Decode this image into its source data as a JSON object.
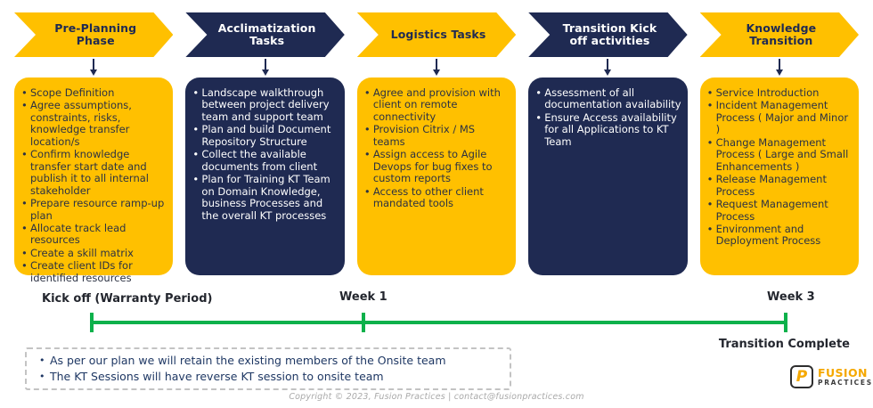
{
  "palette": {
    "yellow": "#FFC000",
    "navy": "#1F2A52",
    "green": "#0DB14B",
    "note_text": "#1F3864"
  },
  "phases": [
    {
      "title": "Pre-Planning Phase",
      "theme": "yellow",
      "bullets": [
        "Scope Definition",
        "Agree assumptions, constraints, risks, knowledge transfer location/s",
        "Confirm knowledge transfer start date and publish it to all internal stakeholder",
        "Prepare resource ramp-up plan",
        "Allocate track lead resources",
        "Create a skill matrix",
        "Create client IDs for identified resources"
      ]
    },
    {
      "title": "Acclimatization\nTasks",
      "theme": "navy",
      "bullets": [
        "Landscape walkthrough between project delivery team and support team",
        "Plan and build Document Repository Structure",
        "Collect the available documents from client",
        "Plan for Training KT Team on Domain Knowledge, business Processes and the overall KT processes"
      ]
    },
    {
      "title": "Logistics Tasks",
      "theme": "yellow",
      "bullets": [
        "Agree and provision with client on remote connectivity",
        "Provision Citrix / MS teams",
        "Assign access to Agile Devops for bug fixes to custom reports",
        "Access to other client mandated tools"
      ]
    },
    {
      "title": "Transition Kick\noff activities",
      "theme": "navy",
      "bullets": [
        "Assessment of all documentation availability",
        "Ensure Access availability for all Applications to KT Team"
      ]
    },
    {
      "title": "Knowledge\nTransition",
      "theme": "yellow",
      "bullets": [
        "Service Introduction",
        "Incident Management Process ( Major and Minor )",
        "Change Management Process ( Large and Small Enhancements )",
        "Release Management Process",
        "Request Management Process",
        "Environment and Deployment Process"
      ]
    }
  ],
  "timeline": {
    "start_label": "Kick off (Warranty Period)",
    "week1_label": "Week 1",
    "week3_label": "Week 3",
    "end_label": "Transition Complete"
  },
  "notes": {
    "items": [
      "As per our plan we will retain the existing members of the Onsite team",
      "The KT Sessions will have reverse KT session to onsite team"
    ]
  },
  "footer": {
    "copyright": "Copyright © 2023, Fusion Practices   |   contact@fusionpractices.com"
  },
  "logo": {
    "glyph": "P",
    "name_top": "FUSION",
    "name_bottom": "PRACTICES"
  }
}
